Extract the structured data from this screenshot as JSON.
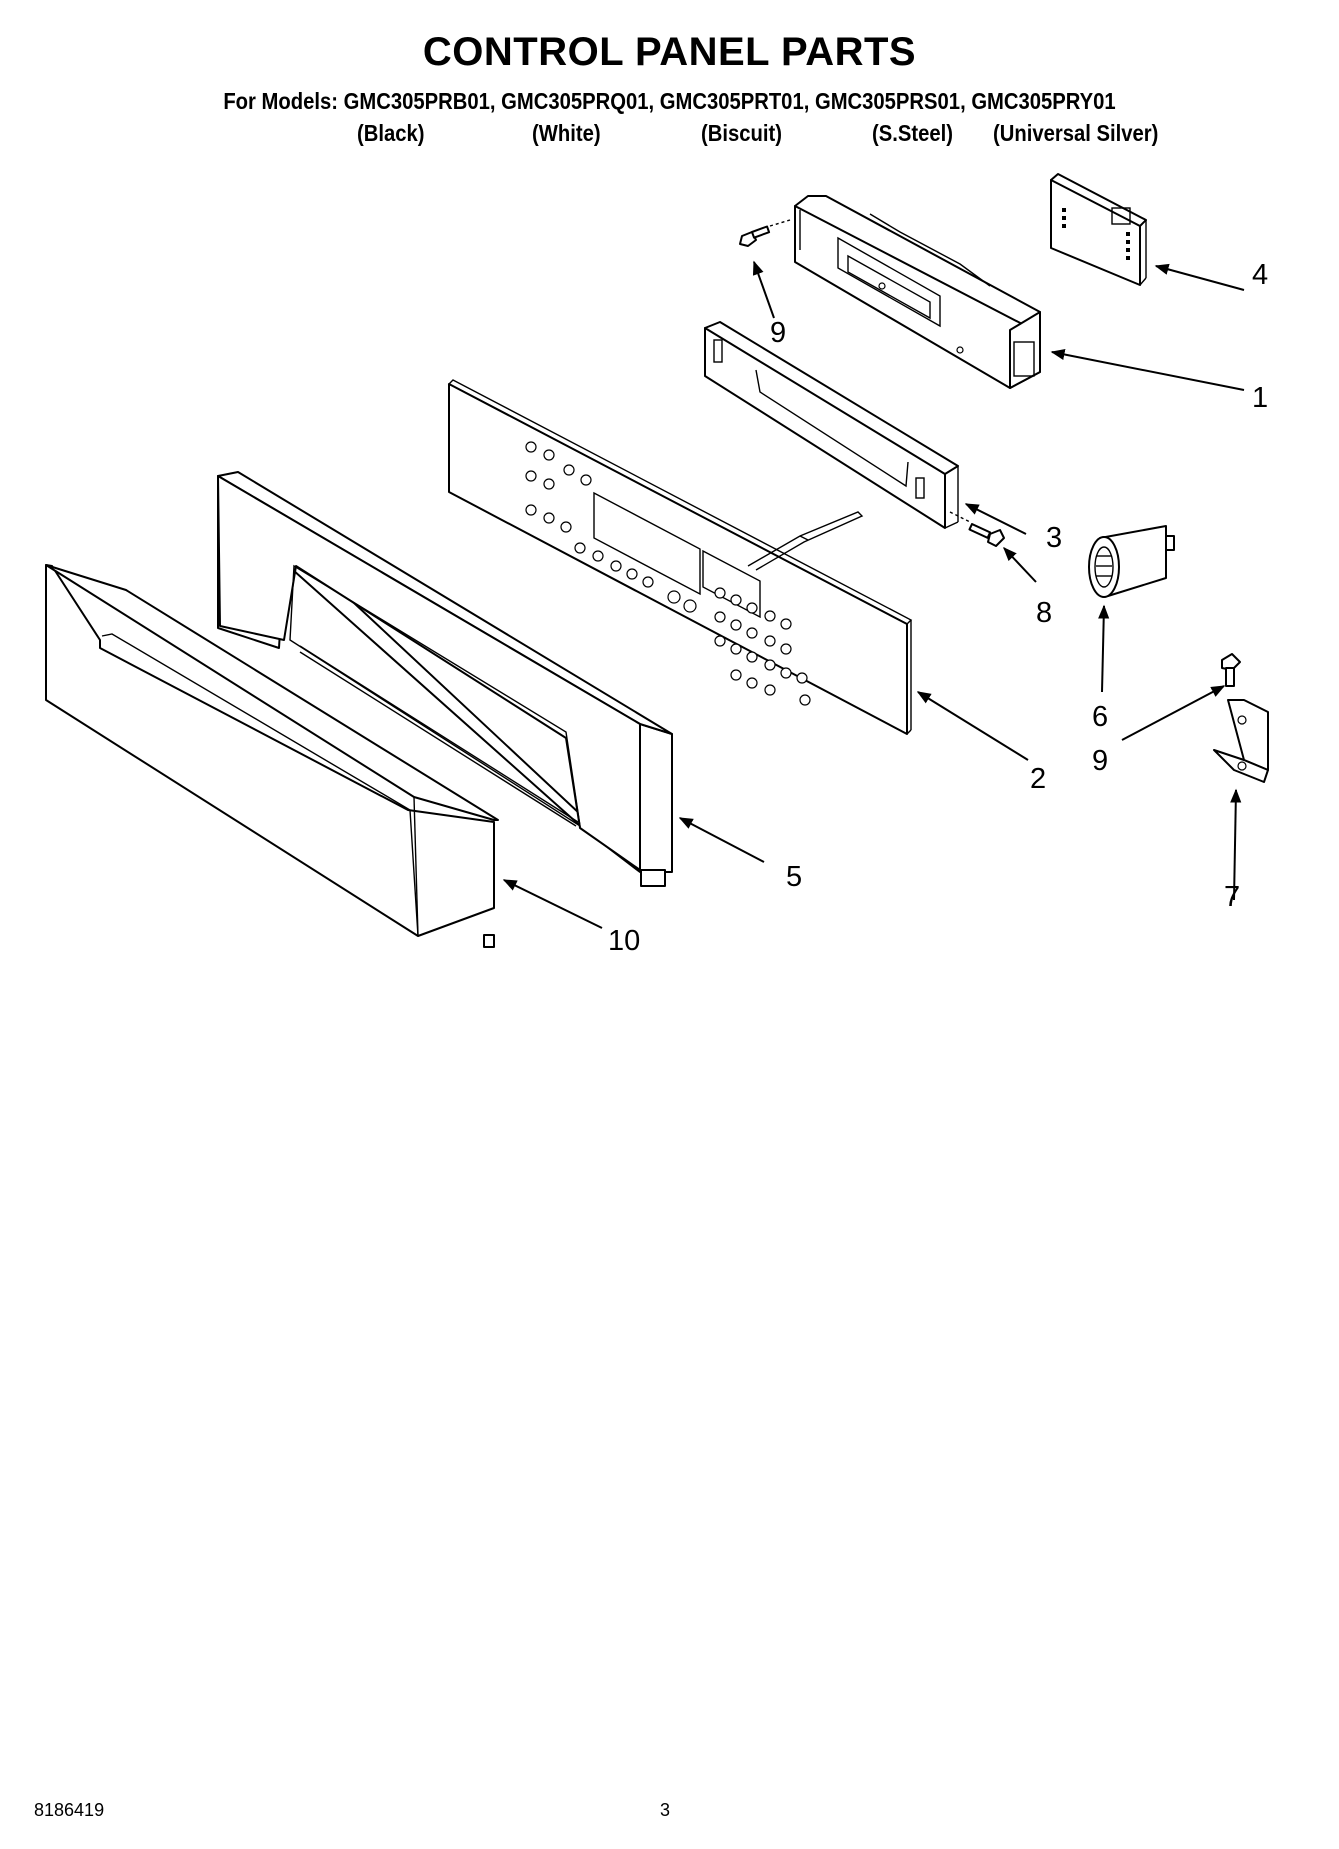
{
  "header": {
    "title": "CONTROL PANEL PARTS",
    "models": "For Models: GMC305PRB01, GMC305PRQ01, GMC305PRT01, GMC305PRS01, GMC305PRY01",
    "variants": [
      "(Black)",
      "(White)",
      "(Biscuit)",
      "(S.Steel)",
      "(Universal Silver)"
    ]
  },
  "callouts": [
    "1",
    "2",
    "3",
    "4",
    "5",
    "6",
    "7",
    "8",
    "9",
    "9",
    "10"
  ],
  "footer": {
    "doc_number": "8186419",
    "page_number": "3"
  }
}
